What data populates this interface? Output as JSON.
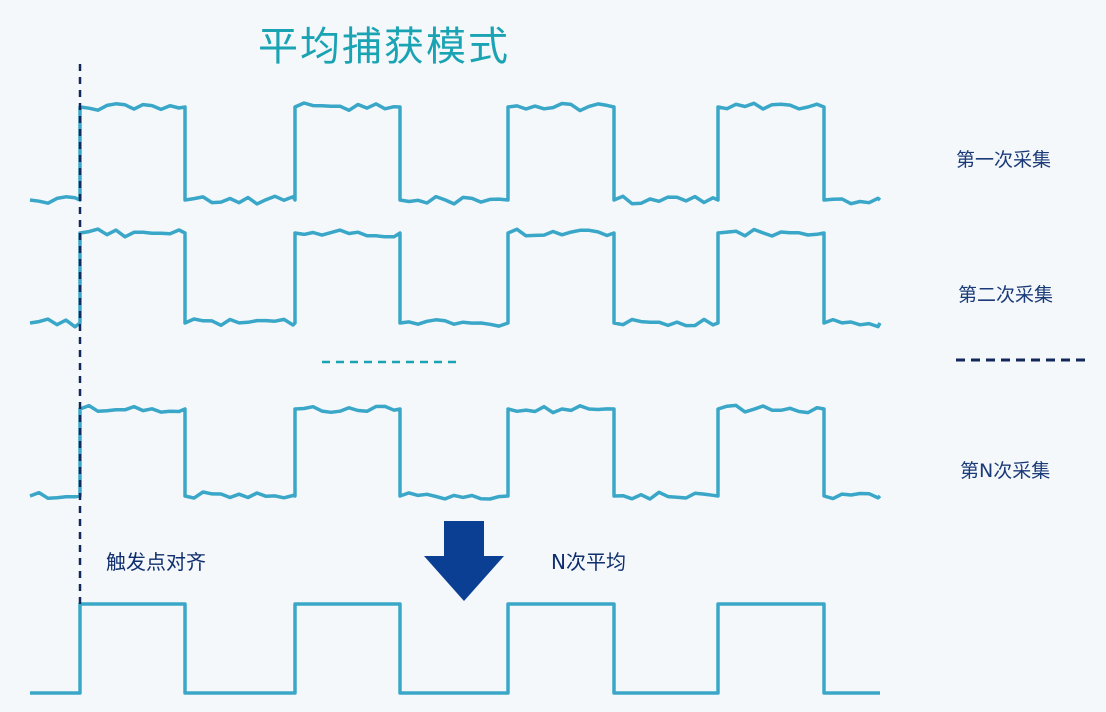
{
  "title": "平均捕获模式",
  "labels": {
    "capture_1": "第一次采集",
    "capture_2": "第二次采集",
    "capture_n": "第N次采集",
    "trigger_align": "触发点对齐",
    "n_average": "N次平均"
  },
  "colors": {
    "waveform": "#3aa7c8",
    "title": "#1aa3b3",
    "arrow": "#0b3f94",
    "trigger_line": "#12285a",
    "text": "#1b3a78"
  }
}
